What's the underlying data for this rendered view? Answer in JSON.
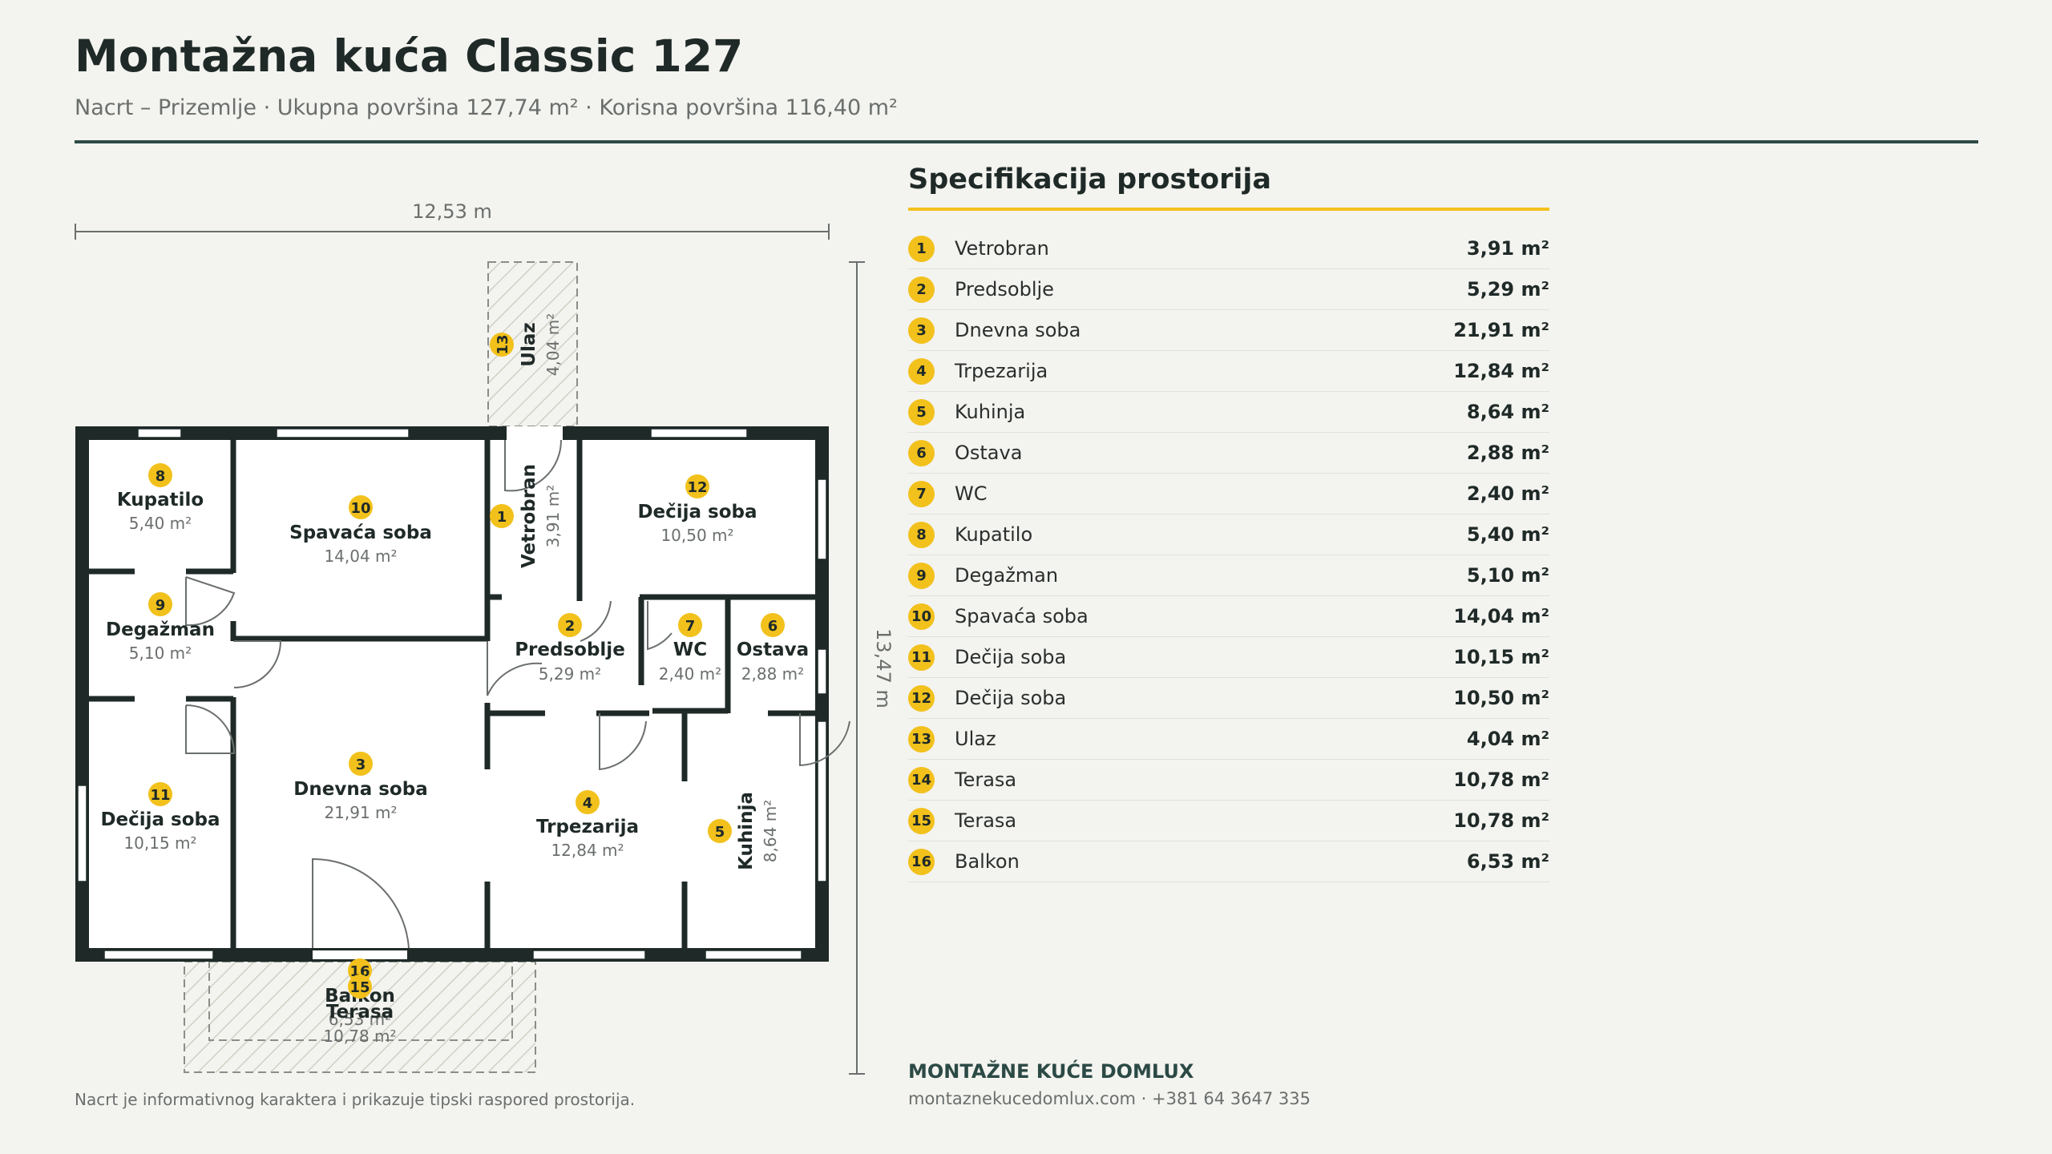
{
  "header": {
    "title": "Montažna kuća Classic 127",
    "subtitle": "Nacrt – Prizemlje · Ukupna površina 127,74 m² · Korisna površina 116,40 m²"
  },
  "plan": {
    "dim_width": "12,53 m",
    "dim_height": "13,47 m",
    "labels": [
      {
        "num": "8",
        "name": "Kupatilo",
        "area": "5,40 m²"
      },
      {
        "num": "10",
        "name": "Spavaća soba",
        "area": "14,04 m²"
      },
      {
        "num": "1",
        "name": "Vetrobran",
        "area": "3,91 m²"
      },
      {
        "num": "12",
        "name": "Dečija soba",
        "area": "10,50 m²"
      },
      {
        "num": "9",
        "name": "Degažman",
        "area": "5,10 m²"
      },
      {
        "num": "2",
        "name": "Predsoblje",
        "area": "5,29 m²"
      },
      {
        "num": "7",
        "name": "WC",
        "area": "2,40 m²"
      },
      {
        "num": "6",
        "name": "Ostava",
        "area": "2,88 m²"
      },
      {
        "num": "3",
        "name": "Dnevna soba",
        "area": "21,91 m²"
      },
      {
        "num": "11",
        "name": "Dečija soba",
        "area": "10,15 m²"
      },
      {
        "num": "4",
        "name": "Trpezarija",
        "area": "12,84 m²"
      },
      {
        "num": "5",
        "name": "Kuhinja",
        "area": "8,64 m²"
      },
      {
        "num": "13",
        "name": "Ulaz",
        "area": "4,04 m²"
      },
      {
        "num": "16",
        "name": "Balkon",
        "area": "6,53 m²"
      },
      {
        "num": "15",
        "name": "Terasa",
        "area": "10,78 m²"
      }
    ]
  },
  "spec": {
    "title": "Specifikacija prostorija",
    "rows": [
      {
        "num": "1",
        "name": "Vetrobran",
        "area": "3,91 m²"
      },
      {
        "num": "2",
        "name": "Predsoblje",
        "area": "5,29 m²"
      },
      {
        "num": "3",
        "name": "Dnevna soba",
        "area": "21,91 m²"
      },
      {
        "num": "4",
        "name": "Trpezarija",
        "area": "12,84 m²"
      },
      {
        "num": "5",
        "name": "Kuhinja",
        "area": "8,64 m²"
      },
      {
        "num": "6",
        "name": "Ostava",
        "area": "2,88 m²"
      },
      {
        "num": "7",
        "name": "WC",
        "area": "2,40 m²"
      },
      {
        "num": "8",
        "name": "Kupatilo",
        "area": "5,40 m²"
      },
      {
        "num": "9",
        "name": "Degažman",
        "area": "5,10 m²"
      },
      {
        "num": "10",
        "name": "Spavaća soba",
        "area": "14,04 m²"
      },
      {
        "num": "11",
        "name": "Dečija soba",
        "area": "10,15 m²"
      },
      {
        "num": "12",
        "name": "Dečija soba",
        "area": "10,50 m²"
      },
      {
        "num": "13",
        "name": "Ulaz",
        "area": "4,04 m²"
      },
      {
        "num": "14",
        "name": "Terasa",
        "area": "10,78 m²"
      },
      {
        "num": "15",
        "name": "Terasa",
        "area": "10,78 m²"
      },
      {
        "num": "16",
        "name": "Balkon",
        "area": "6,53 m²"
      }
    ]
  },
  "footer": {
    "brand": "MONTAŽNE KUĆE DOMLUX",
    "website": "montaznekucedomlux.com",
    "separator": " · ",
    "phone": "+381 64 3647 335",
    "note": "Nacrt je informativnog karaktera i prikazuje tipski raspored prostorija."
  },
  "colors": {
    "wall": "#1F2A28",
    "accent": "#F2C11C",
    "rule": "#2C4A45",
    "background": "#F3F3EF"
  }
}
